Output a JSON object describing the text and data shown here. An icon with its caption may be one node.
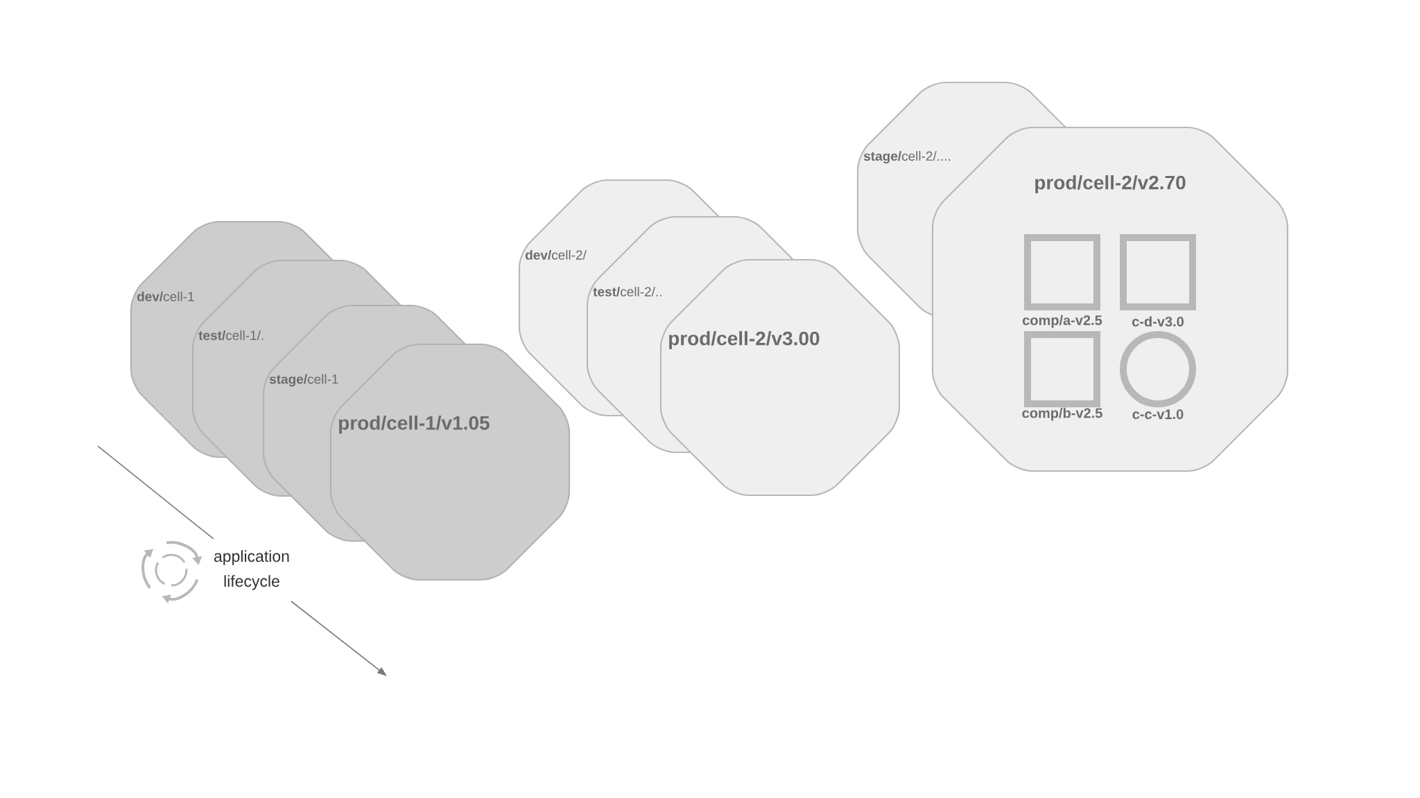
{
  "diagram": {
    "nodes": [
      {
        "text": [
          "**dev/**cell-1"
        ]
      },
      {
        "text": [
          "**test/**cell-1/."
        ]
      },
      {
        "text": [
          "**stage/**cell-1"
        ]
      },
      {
        "text": [
          "prod/cell-1/v1.05"
        ]
      },
      {
        "text": [
          "**dev/**cell-2/"
        ]
      },
      {
        "text": [
          "**test/**cell-2/.."
        ]
      },
      {
        "text": [
          "prod/cell-2/v3.00"
        ]
      },
      {
        "text": [
          "**stage/**cell-2/...."
        ]
      },
      {
        "text": [
          "prod/cell-2/v2.70"
        ]
      },
      {
        "text": [
          "comp/a-v2.5"
        ],
        "in": 8
      },
      {
        "text": [
          "c-d-v3.0"
        ],
        "in": 8
      },
      {
        "text": [
          "comp/b-v2.5"
        ],
        "in": 8
      },
      {
        "text": [
          "c-c-v1.0"
        ],
        "in": 8
      }
    ],
    "labels": [
      "application lifecycle"
    ]
  }
}
